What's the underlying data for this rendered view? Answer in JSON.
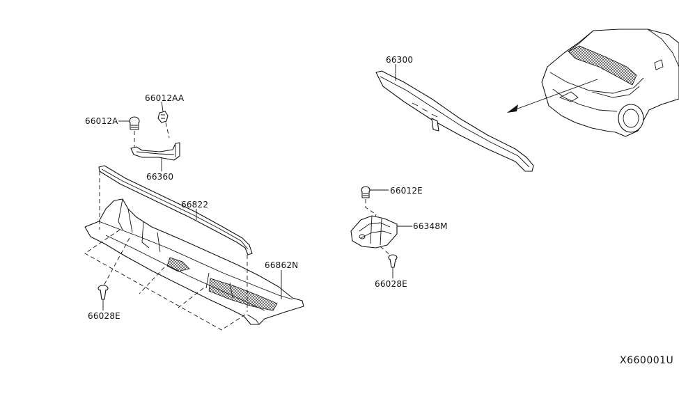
{
  "labels": {
    "p66012AA": "66012AA",
    "p66012A": "66012A",
    "p66360": "66360",
    "p66822": "66822",
    "p66862N": "66862N",
    "p66028E_left": "66028E",
    "p66300": "66300",
    "p66012E": "66012E",
    "p66348M": "66348M",
    "p66028E_right": "66028E"
  },
  "diagram_code": "X660001U"
}
